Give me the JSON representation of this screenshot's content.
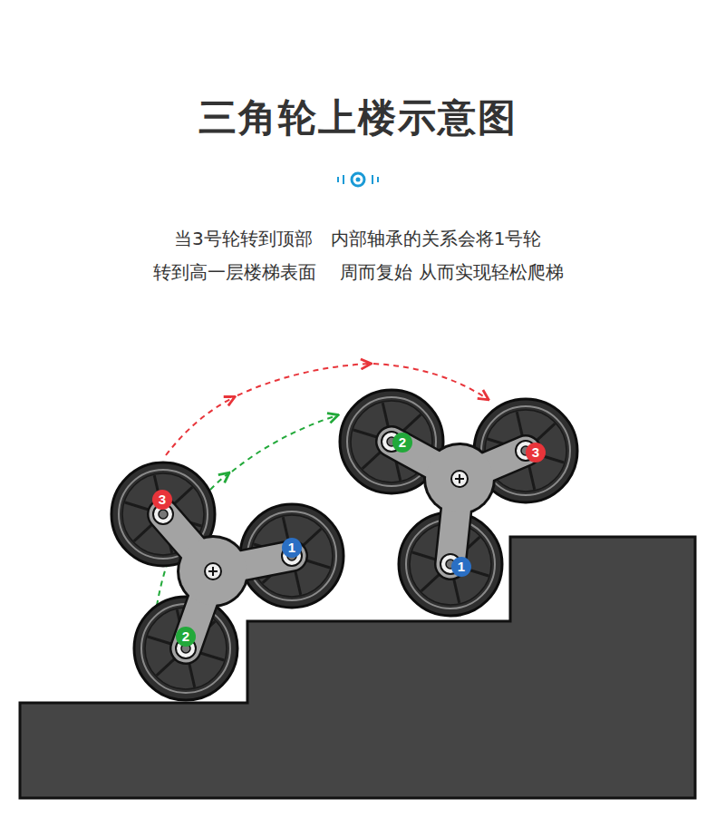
{
  "diagram": {
    "title": "三角轮上楼示意图",
    "labels": [
      "当3号轮转到顶部　内部轴承的关系会将1号轮",
      "转到高一层楼梯表面　 周而复始  从而实现轻松爬梯",
      "3",
      "1",
      "2",
      "2",
      "3",
      "1"
    ]
  }
}
